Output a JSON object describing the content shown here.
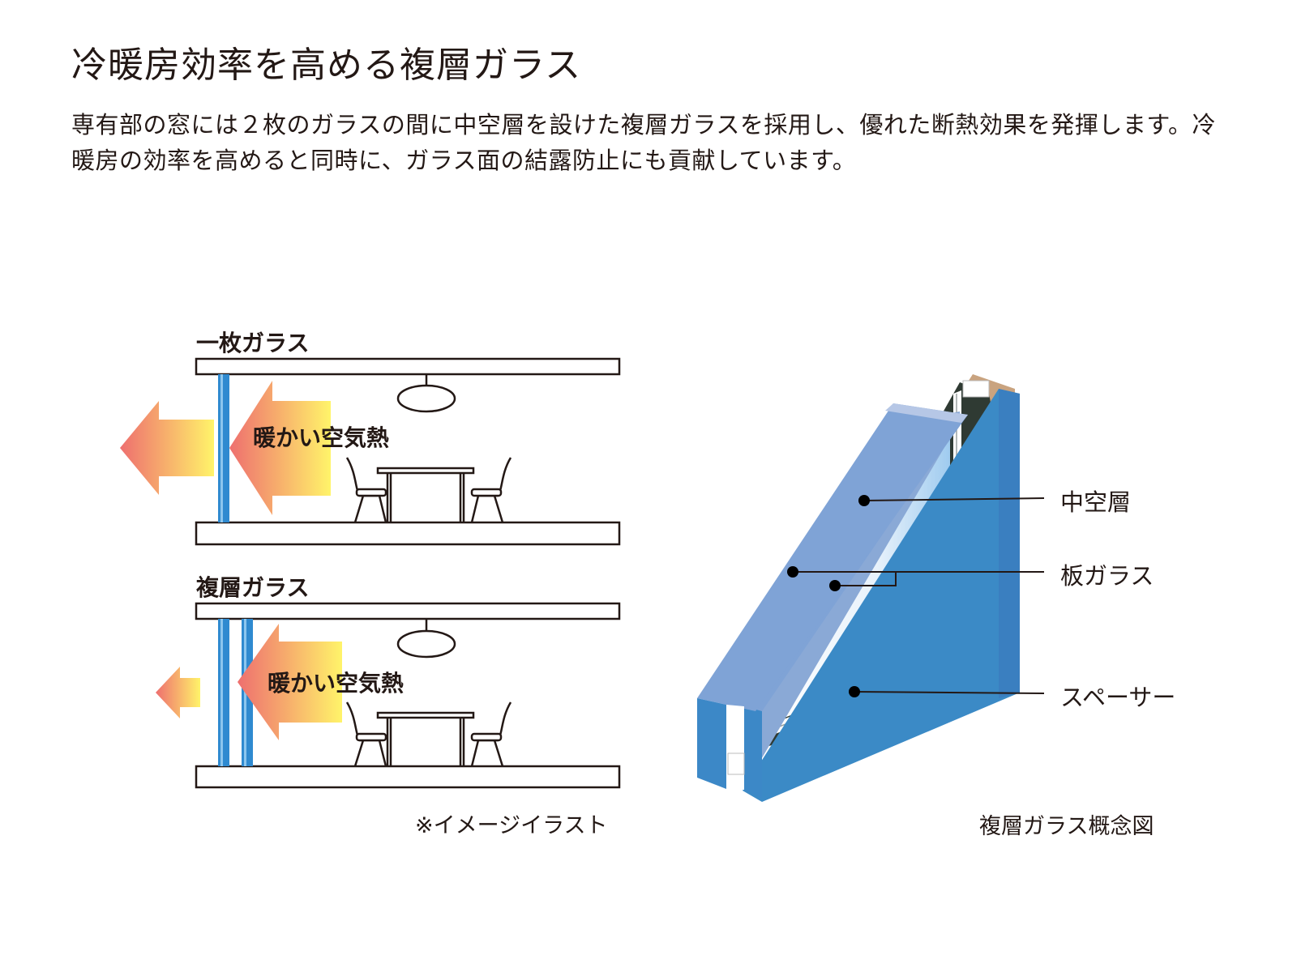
{
  "title": "冷暖房効率を高める複層ガラス",
  "description": "専有部の窓には２枚のガラスの間に中空層を設けた複層ガラスを採用し、優れた断熱効果を発揮します。冷暖房の効率を高めると同時に、ガラス面の結露防止にも貢献しています。",
  "single_panel": {
    "label": "一枚ガラス",
    "warm_air_label": "暖かい空気熱"
  },
  "double_panel": {
    "label": "複層ガラス",
    "warm_air_label": "暖かい空気熱"
  },
  "image_note": "※イメージイラスト",
  "section_diagram": {
    "callout_hollow_layer": "中空層",
    "callout_plate_glass": "板ガラス",
    "callout_spacer": "スペーサー",
    "caption": "複層ガラス概念図"
  },
  "colors": {
    "text": "#231815",
    "glass_blue": "#2f8ad0",
    "glass_face": "#7fa3d6",
    "spacer_dark": "#2f3a33",
    "frame_tan": "#c9a37f",
    "arrow_red": "#ee6f6f",
    "arrow_yellow": "#fff46a"
  }
}
